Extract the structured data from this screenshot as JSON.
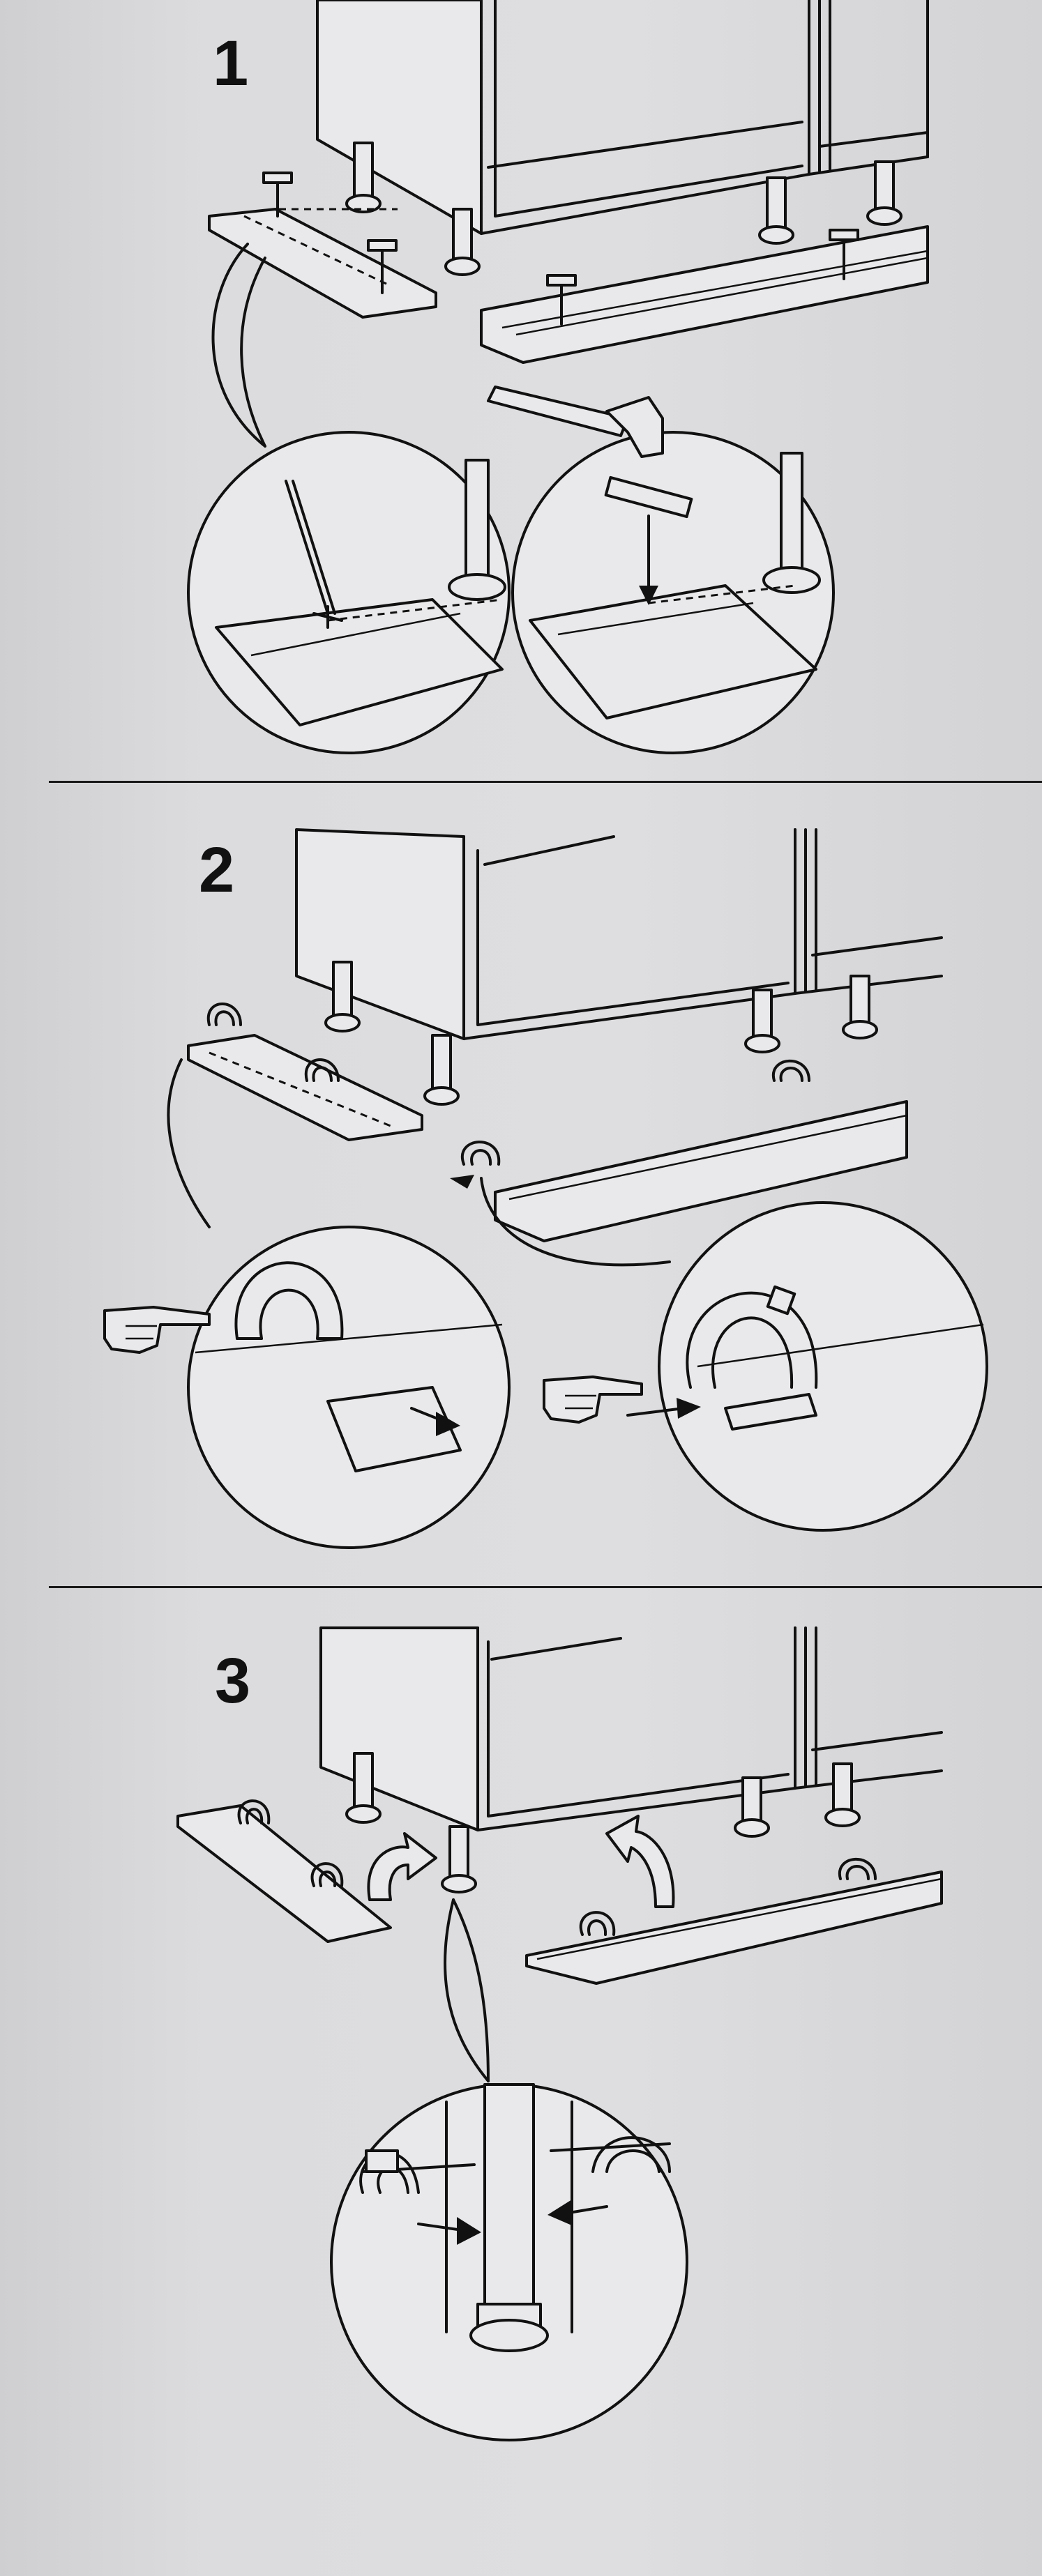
{
  "steps": [
    {
      "number": "1"
    },
    {
      "number": "2"
    },
    {
      "number": "3"
    }
  ],
  "icons": [
    "hammer-icon",
    "pointing-hand-icon",
    "arrow-icon",
    "clip-icon",
    "cabinet-leg-icon"
  ]
}
